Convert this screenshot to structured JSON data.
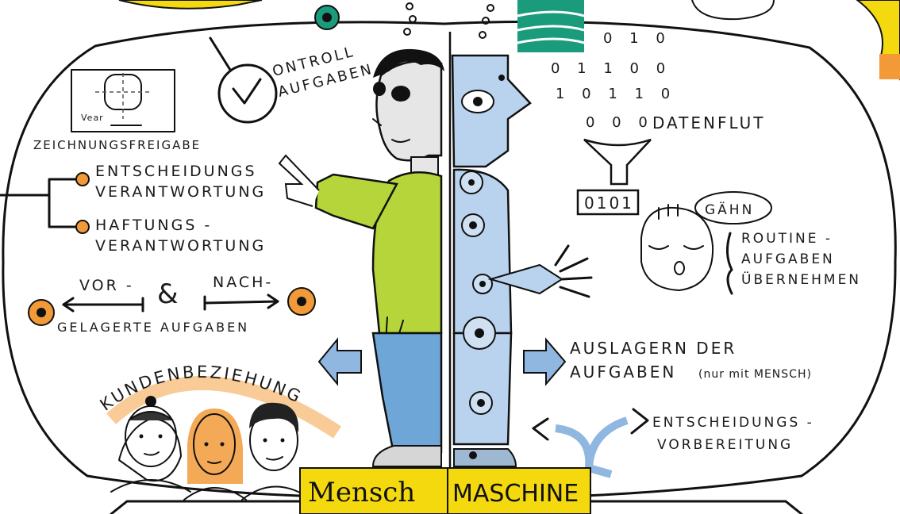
{
  "labels": {
    "kontrollaufgaben_1": "ONTROLL",
    "kontrollaufgaben_2": "AUFGABEN",
    "zeichnungsfreigabe": "ZEICHNUNGSFREIGABE",
    "drawing_inner": "Vear",
    "entscheidungs_1": "ENTSCHEIDUNGS",
    "entscheidungs_2": "VERANTWORTUNG",
    "haftungs_1": "HAFTUNGS -",
    "haftungs_2": "VERANTWORTUNG",
    "vor": "VOR -",
    "ampersand": "&",
    "nach": "NACH-",
    "gelagerte": "GELAGERTE AUFGABEN",
    "kundenbeziehung": "KUNDENBEZIEHUNG",
    "binary_rows": [
      "0 1 0",
      "0 1 1 0 0",
      "1 0 1 1 0",
      "0 0 0"
    ],
    "datenflut": "DATENFLUT",
    "funnel_output": "0101",
    "gaehn": "GÄHN",
    "routine_1": "ROUTINE -",
    "routine_2": "AUFGABEN",
    "routine_3": "ÜBERNEHMEN",
    "auslagern_1": "AUSLAGERN DER",
    "auslagern_2": "AUFGABEN",
    "auslagern_note": "(nur mit MENSCH)",
    "entscheidungs_vorb_1": "ENTSCHEIDUNGS -",
    "entscheidungs_vorb_2": "VORBEREITUNG",
    "mensch": "Mensch",
    "maschine": "MASCHINE"
  },
  "colors": {
    "yellow": "#f4d90f",
    "green_shirt": "#b5d53a",
    "jeans": "#6fa6d8",
    "robot": "#b9d3ee",
    "orange": "#f29a38",
    "teal": "#1a9b7b",
    "arrow_blue": "#8fb7df"
  }
}
